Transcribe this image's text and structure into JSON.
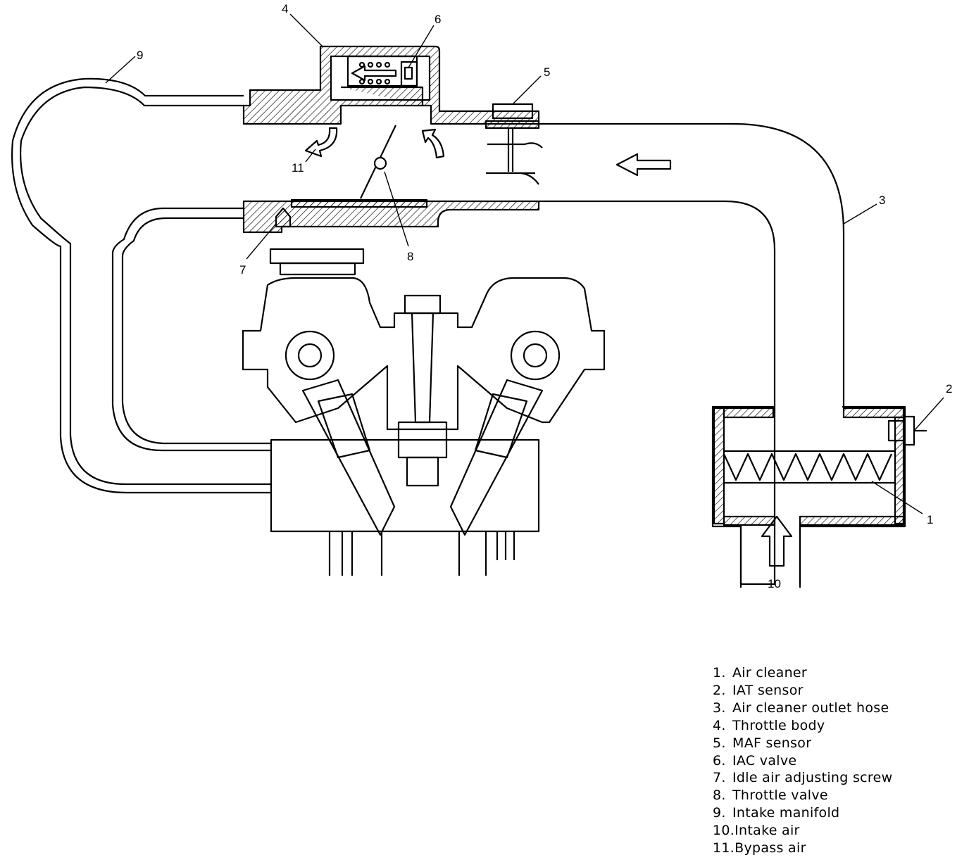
{
  "callouts": {
    "c1": "1",
    "c2": "2",
    "c3": "3",
    "c4": "4",
    "c5": "5",
    "c6": "6",
    "c7": "7",
    "c8": "8",
    "c9": "9",
    "c10": "10",
    "c11": "11"
  },
  "legend": [
    {
      "num": "1.",
      "text": "Air cleaner"
    },
    {
      "num": "2.",
      "text": "IAT sensor"
    },
    {
      "num": "3.",
      "text": "Air cleaner outlet hose"
    },
    {
      "num": "4.",
      "text": "Throttle body"
    },
    {
      "num": "5.",
      "text": "MAF sensor"
    },
    {
      "num": "6.",
      "text": "IAC valve"
    },
    {
      "num": "7.",
      "text": "Idle air adjusting screw"
    },
    {
      "num": "8.",
      "text": "Throttle valve"
    },
    {
      "num": "9.",
      "text": "Intake manifold"
    },
    {
      "num": "10.",
      "text": "Intake air"
    },
    {
      "num": "11.",
      "text": "Bypass air"
    }
  ]
}
